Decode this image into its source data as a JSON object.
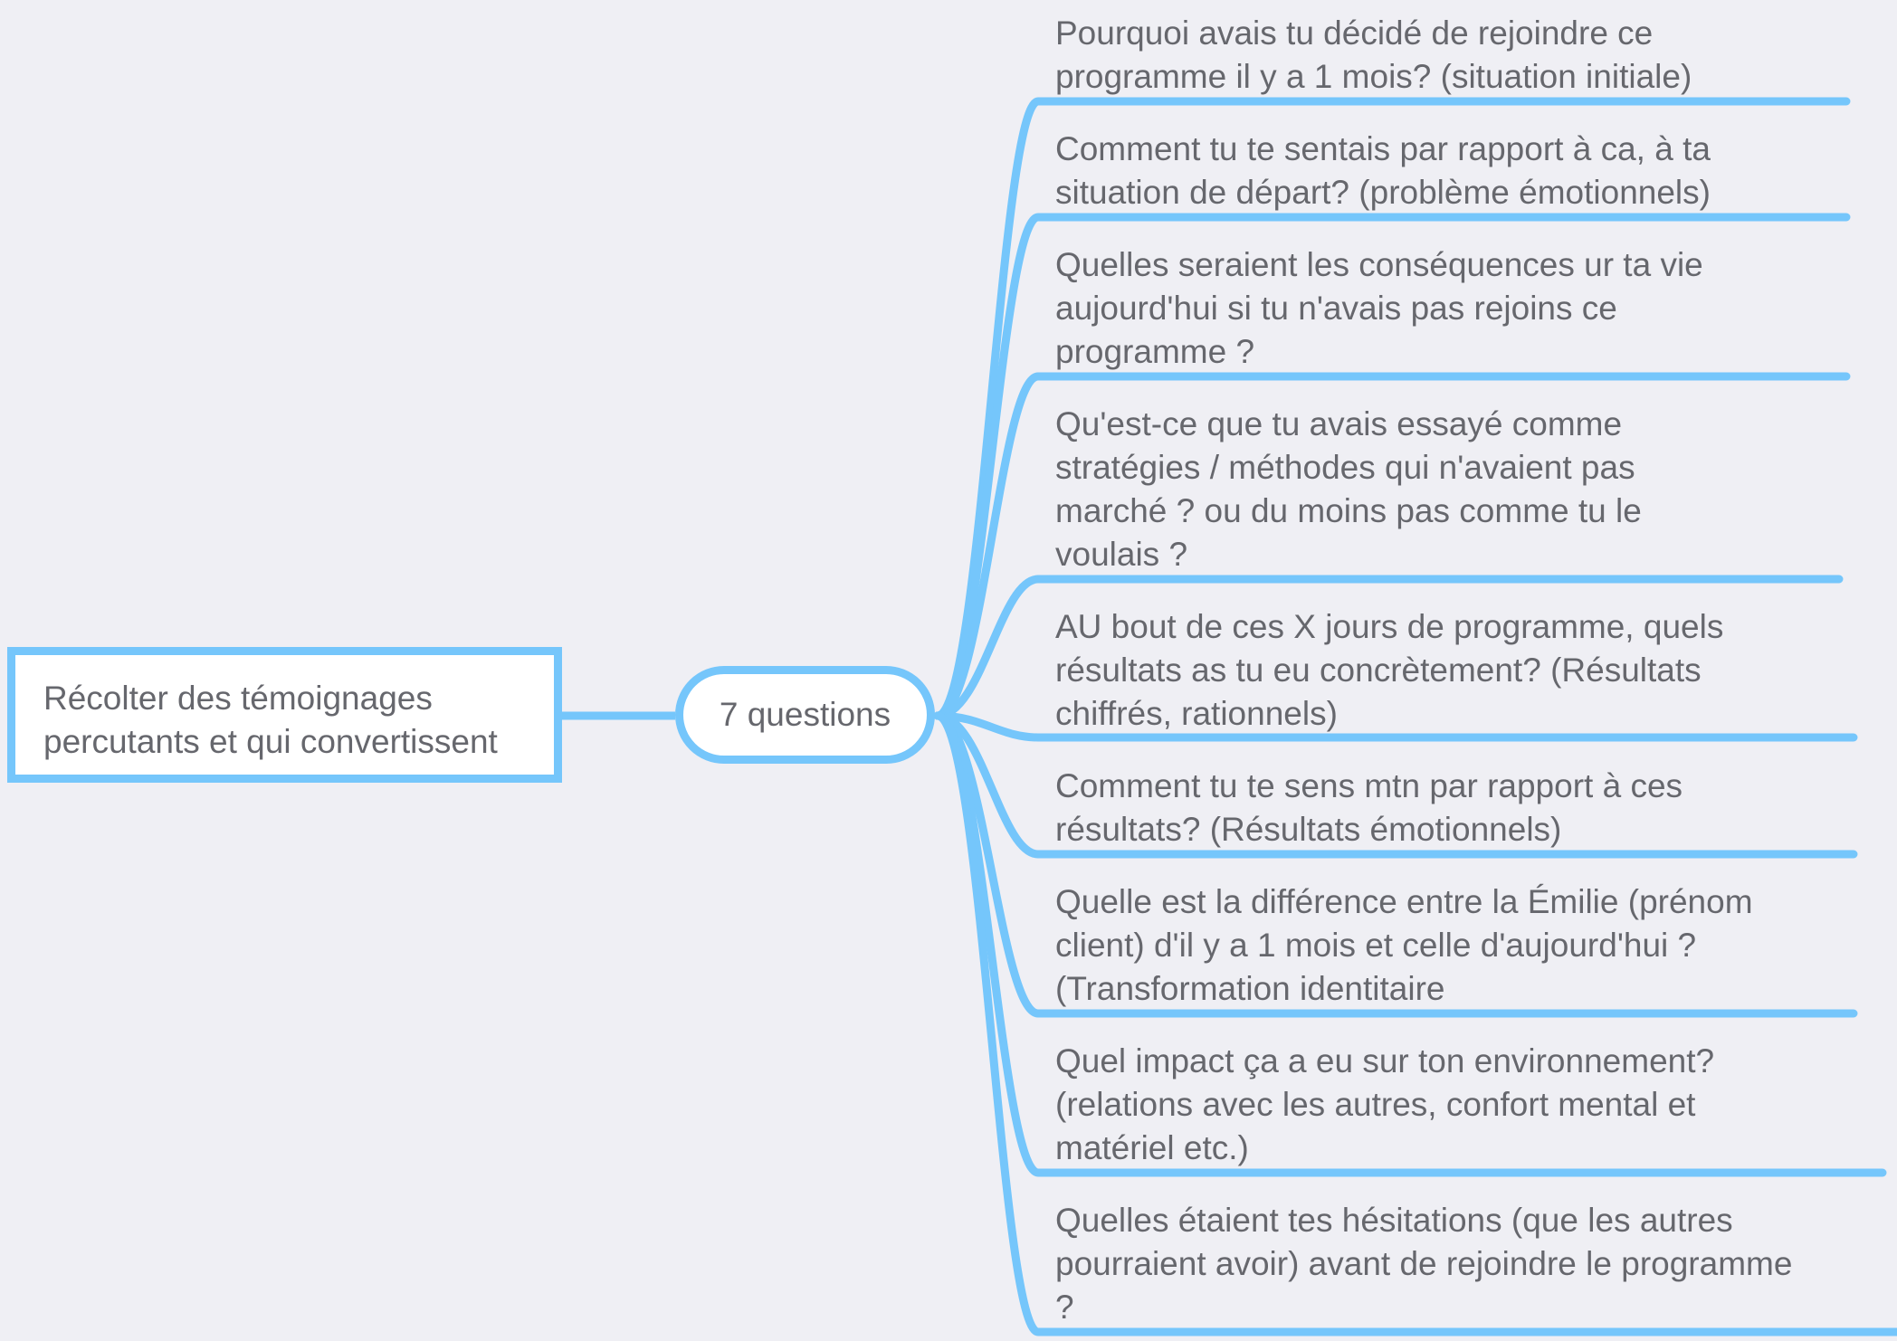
{
  "colors": {
    "background": "#efeff4",
    "branch": "#75c6fb",
    "node_fill": "#ffffff",
    "text": "#66676d"
  },
  "root": {
    "text": "Récolter des témoignages percutants et qui convertissent"
  },
  "hub": {
    "text": "7 questions"
  },
  "questions": [
    {
      "text": "Pourquoi avais tu décidé de rejoindre ce programme il y a 1 mois? (situation initiale)"
    },
    {
      "text": "Comment tu te sentais par rapport à ca, à ta situation de départ? (problème émotionnels)"
    },
    {
      "text": "Quelles seraient les conséquences ur ta vie aujourd'hui si tu n'avais pas rejoins ce programme ?"
    },
    {
      "text": "Qu'est-ce que tu avais essayé comme stratégies / méthodes qui n'avaient pas marché ? ou du moins pas comme tu le voulais ?"
    },
    {
      "text": "AU bout de ces X  jours de programme, quels résultats as tu eu concrètement? (Résultats chiffrés, rationnels)"
    },
    {
      "text": "Comment tu te sens mtn par rapport à ces résultats? (Résultats émotionnels)"
    },
    {
      "text": "Quelle est la différence entre la Émilie (prénom client) d'il y a 1 mois et celle d'aujourd'hui ? (Transformation identitaire"
    },
    {
      "text": "Quel impact ça a eu sur ton environnement? (relations avec les autres, confort mental et matériel etc.)"
    },
    {
      "text": "Quelles étaient tes hésitations (que les autres pourraient avoir) avant de rejoindre le programme ?"
    }
  ]
}
